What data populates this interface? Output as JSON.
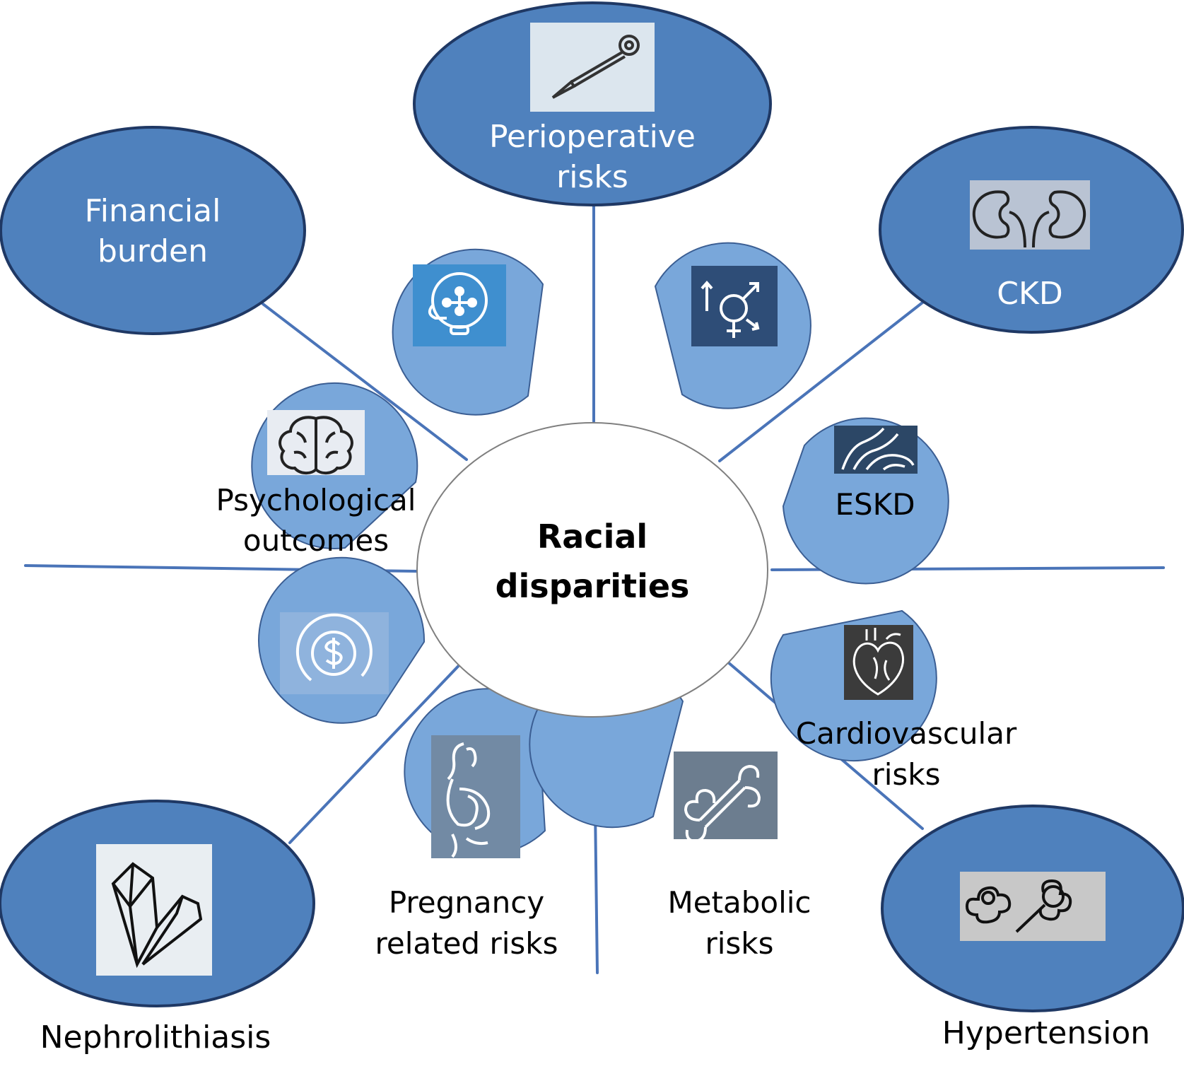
{
  "center": {
    "line1": "Racial",
    "line2": "disparities"
  },
  "outer_nodes": {
    "perioperative": {
      "line1": "Perioperative",
      "line2": "risks",
      "icon": "scalpel-icon"
    },
    "financial": {
      "line1": "Financial",
      "line2": "burden"
    },
    "ckd": {
      "label": "CKD",
      "icon": "kidneys-icon"
    },
    "nephrolithiasis": {
      "label": "Nephrolithiasis",
      "icon": "crystal-icon"
    },
    "hypertension": {
      "label": "Hypertension",
      "icon": "stethoscope-icon"
    }
  },
  "drop_nodes": {
    "telehealth": {
      "icon": "telehealth-icon"
    },
    "gender": {
      "icon": "gender-symbol-icon"
    },
    "psychological": {
      "line1": "Psychological",
      "line2": "outcomes",
      "icon": "brain-icon"
    },
    "eskd": {
      "label": "ESKD",
      "icon": "vessels-icon"
    },
    "money": {
      "icon": "dollar-coin-icon"
    },
    "cardiovascular": {
      "line1": "Cardiovascular",
      "line2": "risks",
      "icon": "heart-icon"
    },
    "pregnancy": {
      "line1": "Pregnancy",
      "line2": "related risks",
      "icon": "pregnant-woman-icon"
    },
    "metabolic": {
      "line1": "Metabolic",
      "line2": "risks",
      "icon": "bone-icon"
    }
  },
  "colors": {
    "dark_node": "#4f81bd",
    "dark_stroke": "#1f3864",
    "drop_fill": "#79a7da",
    "drop_stroke": "#3b5e93",
    "line": "#4a74b8",
    "white": "#ffffff"
  }
}
